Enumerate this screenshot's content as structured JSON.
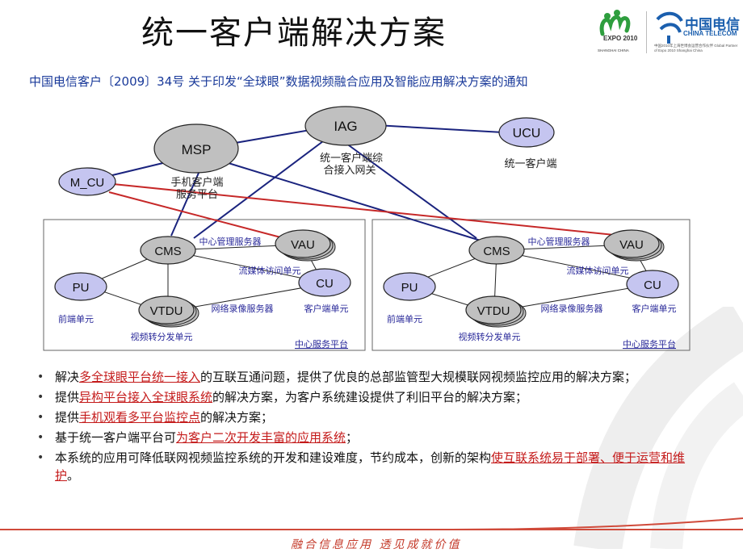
{
  "header": {
    "title": "统一客户端解决方案",
    "logo_left": {
      "label": "EXPO",
      "year": "2010",
      "sub": "SHANGHAI CHINA"
    },
    "logo_right": {
      "name_cn": "中国电信",
      "name_en": "CHINA TELECOM",
      "fine_print": "中国2010年上海世博会运营合作伙伴 Global Partner of Expo 2010 Shanghai China"
    }
  },
  "notice": "中国电信客户〔2009〕34号  关于印发“全球眼”数据视频融合应用及智能应用解决方案的通知",
  "diagram": {
    "nodes": {
      "iag": "IAG",
      "msp": "MSP",
      "ucu": "UCU",
      "mcu": "M_CU"
    },
    "labels": {
      "iag_desc_1": "统一客户端综",
      "iag_desc_2": "合接入网关",
      "msp_desc_1": "手机客户端",
      "msp_desc_2": "服务平台",
      "ucu_desc": "统一客户端"
    },
    "platform": {
      "cms": "CMS",
      "vau": "VAU",
      "pu": "PU",
      "cu": "CU",
      "vtdu": "VTDU",
      "cms_desc": "中心管理服务器",
      "vau_desc": "流媒体访问单元",
      "pu_desc": "前端单元",
      "cu_desc": "客户端单元",
      "vtdu_desc": "视频转分发单元",
      "nvr_desc": "网络录像服务器",
      "platform_name": "中心服务平台"
    },
    "colors": {
      "blue_line": "#1a237e",
      "red_line": "#c62828",
      "gray_node": "#c0c0c0",
      "purple_node": "#c5c5f0"
    }
  },
  "bullets": [
    {
      "pre": "解决",
      "hl": "多全球眼平台统一接入",
      "post": "的互联互通问题，提供了优良的总部监管型大规模联网视频监控应用的解决方案；"
    },
    {
      "pre": "提供",
      "hl": "异构平台接入全球眼系统",
      "post": "的解决方案，为客户系统建设提供了利旧平台的解决方案；"
    },
    {
      "pre": "提供",
      "hl": "手机观看多平台监控点",
      "post": "的解决方案；"
    },
    {
      "pre": "基于统一客户端平台可",
      "hl": "为客户二次开发丰富的应用系统",
      "post": "；"
    },
    {
      "pre": "本系统的应用可降低联网视频监控系统的开发和建设难度，节约成本，创新的架构",
      "hl": "使互联系统易于部署、便于运营和维护",
      "post": "。"
    }
  ],
  "footer": {
    "slogan": "融合信息应用  透见成就价值"
  }
}
